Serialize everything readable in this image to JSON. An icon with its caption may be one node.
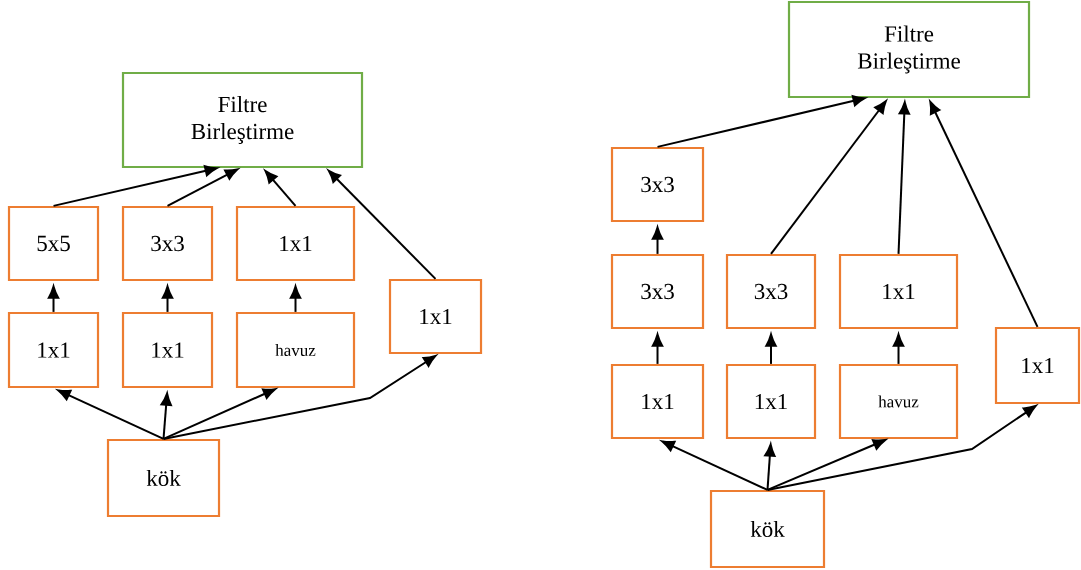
{
  "diagram": {
    "nodes": [
      {
        "text": [
          "Filtre Birleştirme"
        ]
      },
      {
        "text": [
          "5x5"
        ]
      },
      {
        "text": [
          "3x3"
        ]
      },
      {
        "text": [
          "1x1"
        ]
      },
      {
        "text": [
          "1x1"
        ]
      },
      {
        "text": [
          "1x1"
        ]
      },
      {
        "text": [
          "1x1"
        ]
      },
      {
        "text": [
          "havuz"
        ]
      },
      {
        "text": [
          "kök"
        ]
      },
      {
        "text": [
          "Filtre Birleştirme"
        ]
      },
      {
        "text": [
          "3x3"
        ]
      },
      {
        "text": [
          "3x3"
        ]
      },
      {
        "text": [
          "3x3"
        ]
      },
      {
        "text": [
          "1x1"
        ]
      },
      {
        "text": [
          "1x1"
        ]
      },
      {
        "text": [
          "1x1"
        ]
      },
      {
        "text": [
          "1x1"
        ]
      },
      {
        "text": [
          "havuz"
        ]
      },
      {
        "text": [
          "kök"
        ]
      }
    ],
    "edges": [
      {
        "from": 1,
        "to": 0,
        "arrow": "to"
      },
      {
        "from": 2,
        "to": 0,
        "arrow": "to"
      },
      {
        "from": 3,
        "to": 0,
        "arrow": "to"
      },
      {
        "from": 4,
        "to": 0,
        "arrow": "to"
      },
      {
        "from": 5,
        "to": 1,
        "arrow": "to"
      },
      {
        "from": 6,
        "to": 2,
        "arrow": "to"
      },
      {
        "from": 7,
        "to": 3,
        "arrow": "to"
      },
      {
        "from": 8,
        "to": 5,
        "arrow": "to"
      },
      {
        "from": 8,
        "to": 6,
        "arrow": "to"
      },
      {
        "from": 8,
        "to": 7,
        "arrow": "to"
      },
      {
        "from": 8,
        "to": 4,
        "arrow": "to"
      },
      {
        "from": 10,
        "to": 9,
        "arrow": "to"
      },
      {
        "from": 12,
        "to": 9,
        "arrow": "to"
      },
      {
        "from": 13,
        "to": 9,
        "arrow": "to"
      },
      {
        "from": 14,
        "to": 9,
        "arrow": "to"
      },
      {
        "from": 11,
        "to": 10,
        "arrow": "to"
      },
      {
        "from": 15,
        "to": 11,
        "arrow": "to"
      },
      {
        "from": 16,
        "to": 12,
        "arrow": "to"
      },
      {
        "from": 17,
        "to": 13,
        "arrow": "to"
      },
      {
        "from": 18,
        "to": 15,
        "arrow": "to"
      },
      {
        "from": 18,
        "to": 16,
        "arrow": "to"
      },
      {
        "from": 18,
        "to": 17,
        "arrow": "to"
      },
      {
        "from": 18,
        "to": 14,
        "arrow": "to"
      }
    ]
  }
}
